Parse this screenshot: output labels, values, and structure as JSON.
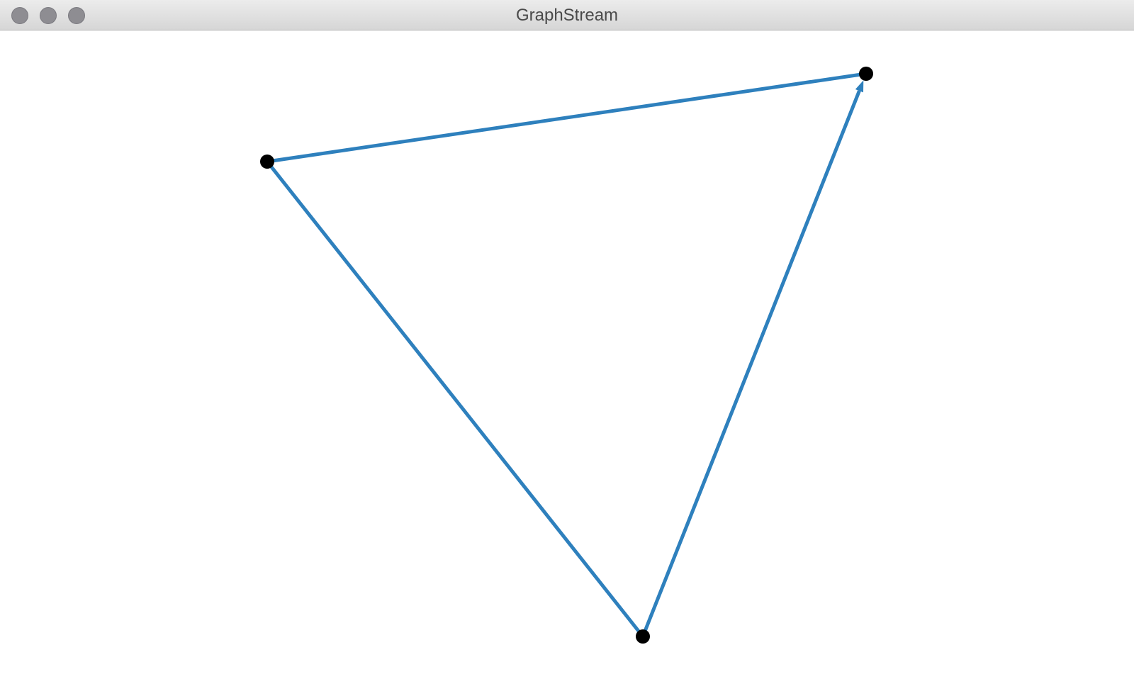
{
  "window": {
    "title": "GraphStream",
    "traffic_lights": [
      "close-button",
      "minimize-button",
      "zoom-button"
    ]
  },
  "graph": {
    "node_color": "#000000",
    "edge_color": "#2e80bd",
    "background": "#ffffff",
    "nodes": [
      {
        "id": "A"
      },
      {
        "id": "B"
      },
      {
        "id": "C"
      }
    ],
    "edges": [
      {
        "from": "A",
        "to": "B",
        "directed": false
      },
      {
        "from": "A",
        "to": "C",
        "directed": false
      },
      {
        "from": "C",
        "to": "B",
        "directed": true
      }
    ]
  }
}
